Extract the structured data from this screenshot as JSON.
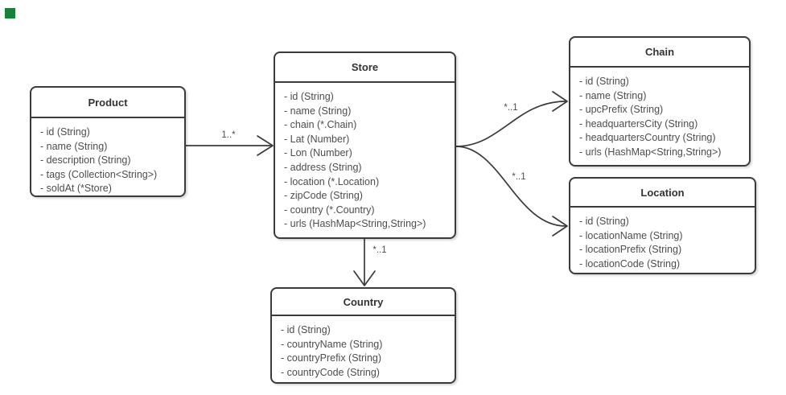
{
  "diagram": {
    "classes": [
      {
        "title": "Product",
        "attributes": [
          "- id (String)",
          "- name (String)",
          "- description (String)",
          "- tags (Collection<String>)",
          "- soldAt (*Store)"
        ]
      },
      {
        "title": "Store",
        "attributes": [
          "- id (String)",
          "- name (String)",
          "- chain (*.Chain)",
          "- Lat (Number)",
          "- Lon (Number)",
          "- address (String)",
          "- location (*.Location)",
          "- zipCode (String)",
          "- country (*.Country)",
          "- urls (HashMap<String,String>)"
        ]
      },
      {
        "title": "Chain",
        "attributes": [
          "- id (String)",
          "- name (String)",
          "- upcPrefix (String)",
          "- headquartersCity (String)",
          "- headquartersCountry (String)",
          "- urls (HashMap<String,String>)"
        ]
      },
      {
        "title": "Location",
        "attributes": [
          "- id (String)",
          "- locationName (String)",
          "- locationPrefix (String)",
          "- locationCode (String)"
        ]
      },
      {
        "title": "Country",
        "attributes": [
          "- id (String)",
          "- countryName (String)",
          "- countryPrefix (String)",
          "- countryCode (String)"
        ]
      }
    ],
    "relations": [
      {
        "from": "Product",
        "to": "Store",
        "label": "1..*"
      },
      {
        "from": "Store",
        "to": "Chain",
        "label": "*..1"
      },
      {
        "from": "Store",
        "to": "Location",
        "label": "*..1"
      },
      {
        "from": "Store",
        "to": "Country",
        "label": "*..1"
      }
    ],
    "colors": {
      "border": "#3b3b3b",
      "title_text": "#333333",
      "attribute_text": "#4d4d4d",
      "edge": "#3b3b3b",
      "marker": "#188038"
    }
  }
}
